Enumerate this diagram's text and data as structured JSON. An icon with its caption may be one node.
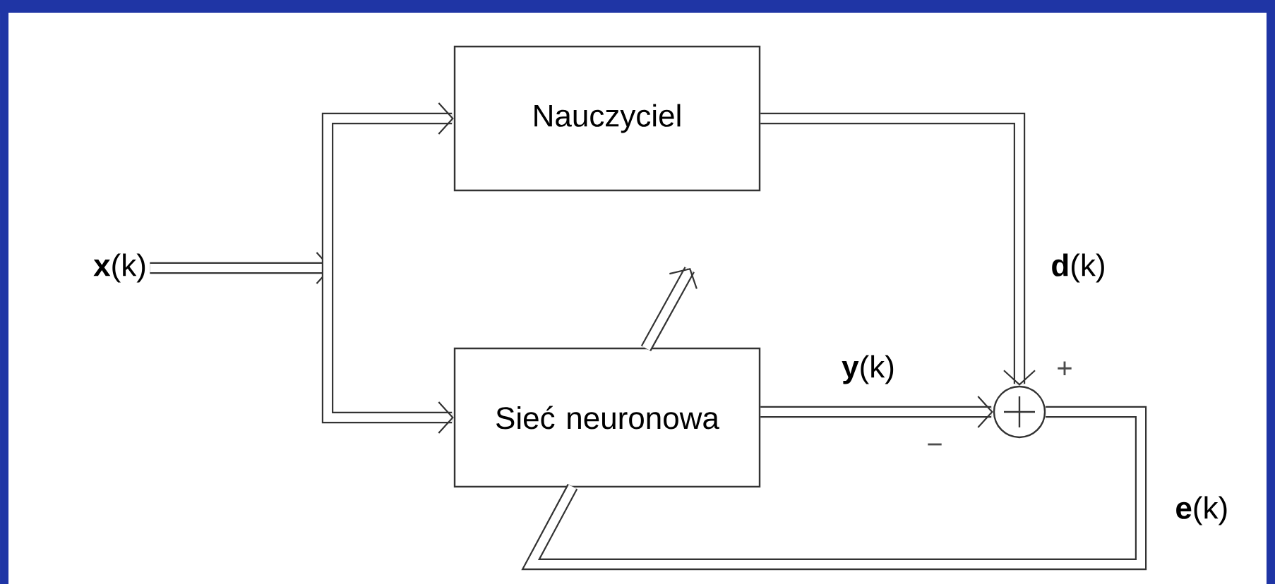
{
  "diagram": {
    "nodes": [
      {
        "text": [
          "**x**(k)"
        ]
      },
      {
        "text": [
          "Nauczyciel"
        ]
      },
      {
        "text": [
          "Sieć neuronowa"
        ]
      },
      {
        "text": [],
        "shape": "circle"
      }
    ],
    "edges": [
      {
        "from": 0,
        "to": 1,
        "arrow": "to"
      },
      {
        "from": 0,
        "to": 2,
        "arrow": "to"
      },
      {
        "from": 1,
        "to": 3,
        "arrow": "to",
        "label": "**d**(k)"
      },
      {
        "from": 2,
        "to": 3,
        "arrow": "to",
        "label": "**y**(k)"
      },
      {
        "from": 3,
        "to": 2,
        "arrow": "none",
        "label": "**e**(k)"
      },
      {
        "from": 2,
        "to": null,
        "arrow": "to"
      }
    ],
    "labels": [
      "+",
      "−"
    ]
  }
}
